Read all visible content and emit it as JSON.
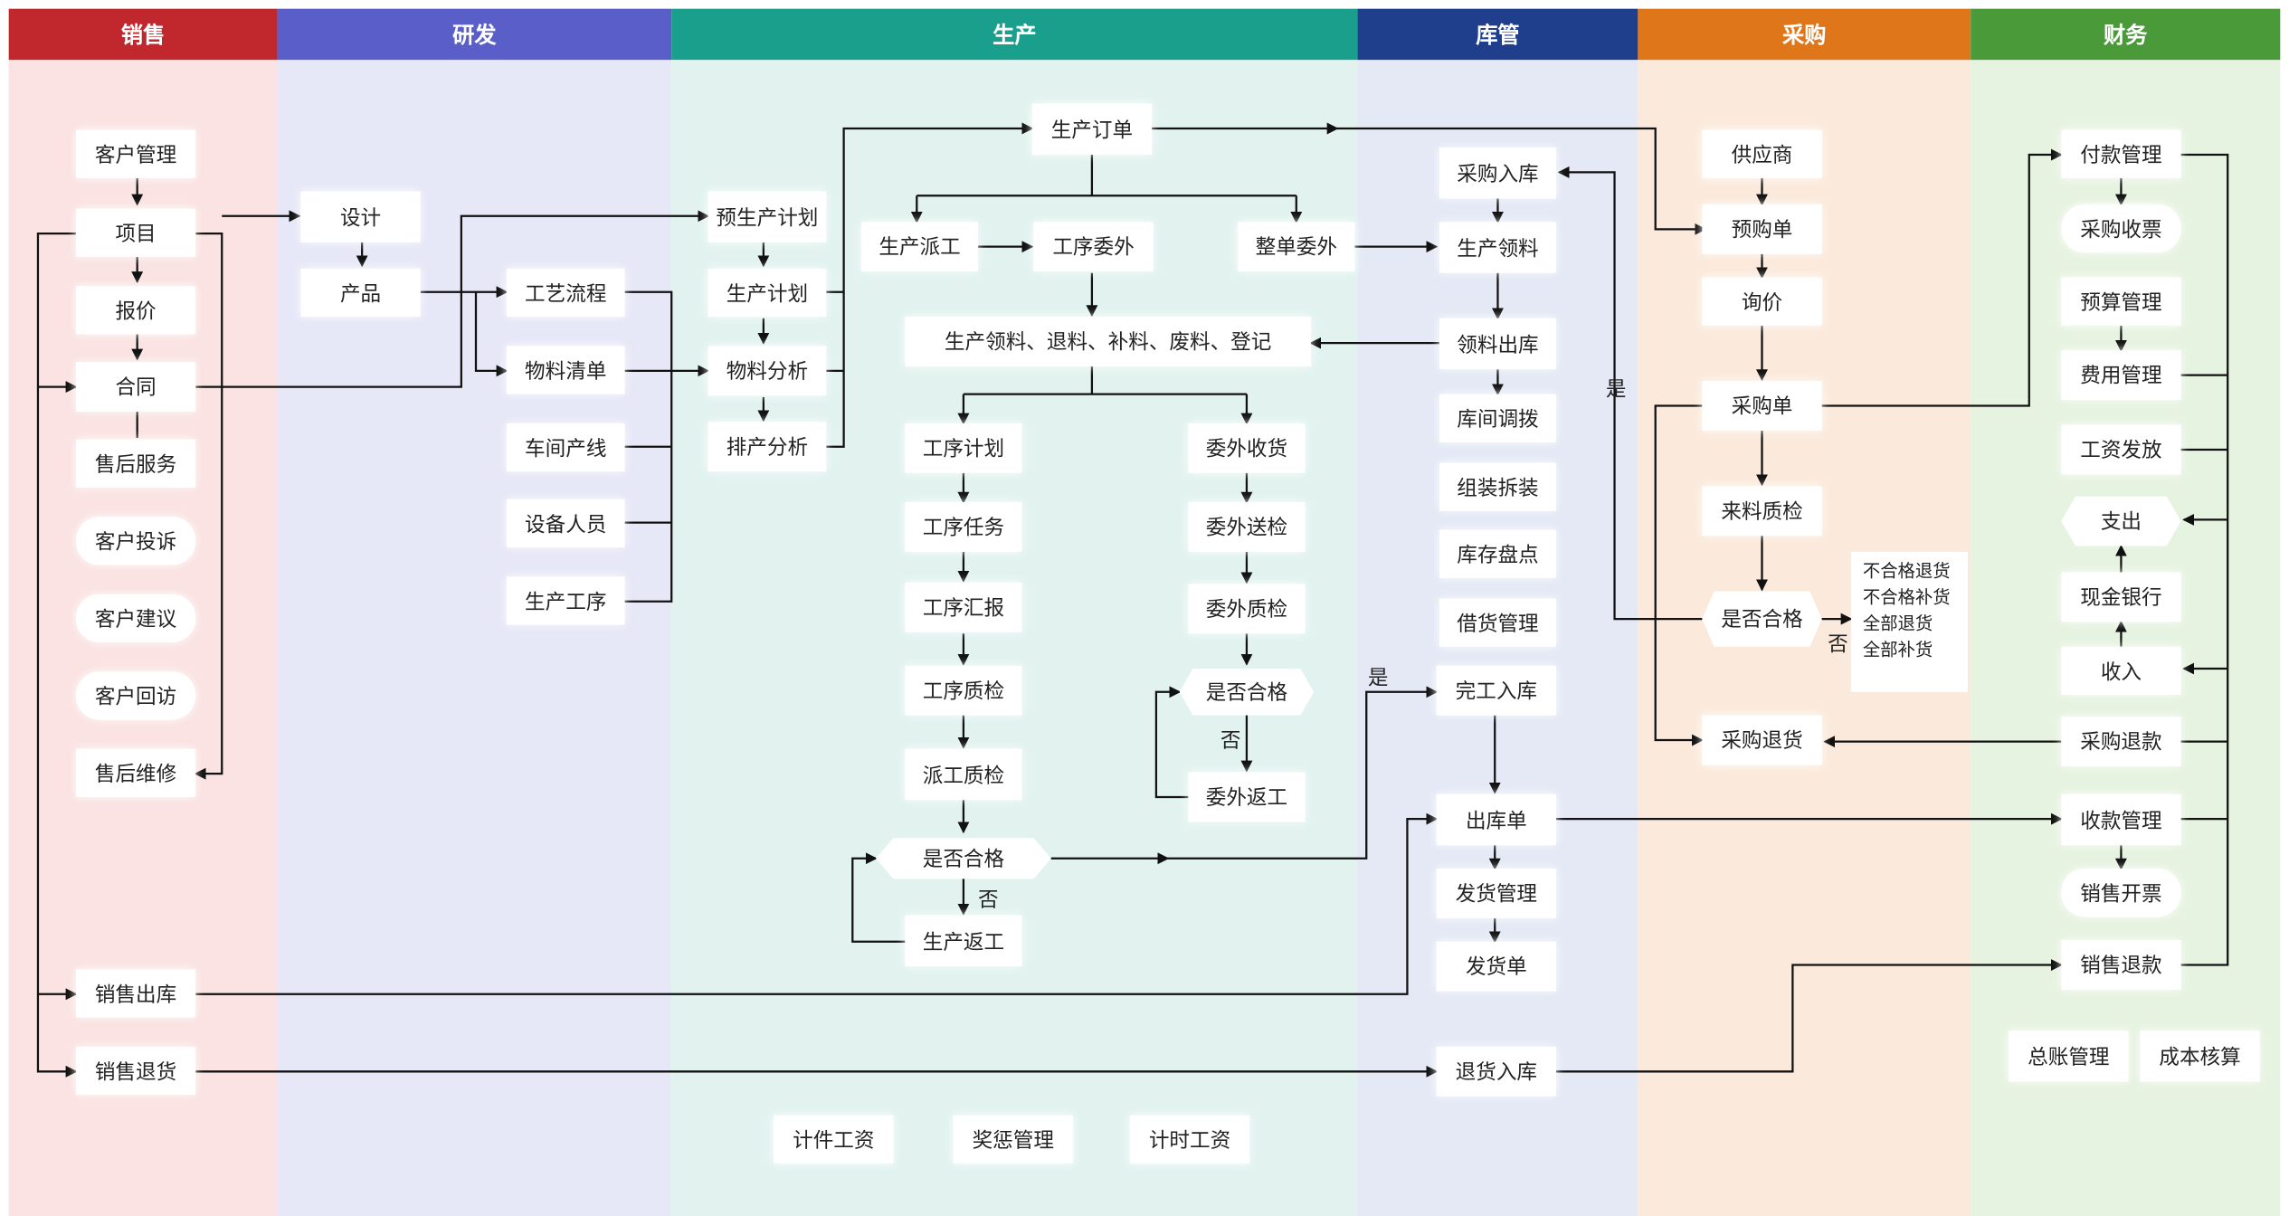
{
  "lanes": [
    {
      "id": "sales",
      "title": "销售",
      "head": "#c0282d",
      "bg": "#fae3e2"
    },
    {
      "id": "rd",
      "title": "研发",
      "head": "#5a5ec8",
      "bg": "#e7e8f7"
    },
    {
      "id": "prod",
      "title": "生产",
      "head": "#1b9f8d",
      "bg": "#e2f3ef"
    },
    {
      "id": "wh",
      "title": "库管",
      "head": "#1f3e8c",
      "bg": "#e4e9f5"
    },
    {
      "id": "pur",
      "title": "采购",
      "head": "#e0761a",
      "bg": "#fbeadc"
    },
    {
      "id": "fin",
      "title": "财务",
      "head": "#4a9a3a",
      "bg": "#e7f3e1"
    }
  ],
  "nodes": {
    "khgl": "客户管理",
    "xm": "项目",
    "bj": "报价",
    "ht": "合同",
    "shfw": "售后服务",
    "khts": "客户投诉",
    "khjy": "客户建议",
    "khhf": "客户回访",
    "shwx": "售后维修",
    "xsck": "销售出库",
    "xsth": "销售退货",
    "sj": "设计",
    "cp": "产品",
    "gylc": "工艺流程",
    "wlqd": "物料清单",
    "cjcx": "车间产线",
    "sbry": "设备人员",
    "scgx": "生产工序",
    "scdd": "生产订单",
    "yscjh": "预生产计划",
    "scjh": "生产计划",
    "wlfx": "物料分析",
    "pcfx": "排产分析",
    "scpg": "生产派工",
    "gxww": "工序委外",
    "zdww": "整单委外",
    "sclltb": "生产领料、退料、补料、废料、登记",
    "gxjh": "工序计划",
    "gxrw": "工序任务",
    "gxhb": "工序汇报",
    "gxzj": "工序质检",
    "pgzj": "派工质检",
    "sfhg1": "是否合格",
    "scfg": "生产返工",
    "wwsh": "委外收货",
    "wwsj": "委外送检",
    "wwzj": "委外质检",
    "sfhg2": "是否合格",
    "wwfg": "委外返工",
    "jjgz": "计件工资",
    "jcgl": "奖惩管理",
    "jsgz": "计时工资",
    "cgrk": "采购入库",
    "scll": "生产领料",
    "llck": "领料出库",
    "kjdb": "库间调拨",
    "zzcx": "组装拆装",
    "kcpd": "库存盘点",
    "jhgl": "借货管理",
    "wgrk": "完工入库",
    "ckd": "出库单",
    "fhgl": "发货管理",
    "fhd": "发货单",
    "thrk": "退货入库",
    "gys": "供应商",
    "ygd": "预购单",
    "xj": "询价",
    "cgd": "采购单",
    "llzj": "来料质检",
    "sfhg3": "是否合格",
    "cgth": "采购退货",
    "fkgl": "付款管理",
    "cgsp": "采购收票",
    "ysgl": "预算管理",
    "fygl": "费用管理",
    "gzff": "工资发放",
    "zc": "支出",
    "xjyh": "现金银行",
    "sr": "收入",
    "cgtk": "采购退款",
    "skgl": "收款管理",
    "xskp": "销售开票",
    "xstk": "销售退款",
    "zzgl": "总账管理",
    "cbhs": "成本核算"
  },
  "notes": {
    "reject_options": [
      "不合格退货",
      "不合格补货",
      "全部退货",
      "全部补货"
    ]
  },
  "labels": {
    "yes1": "是",
    "yes2": "是",
    "no1": "否",
    "no2": "否",
    "no3": "否"
  }
}
